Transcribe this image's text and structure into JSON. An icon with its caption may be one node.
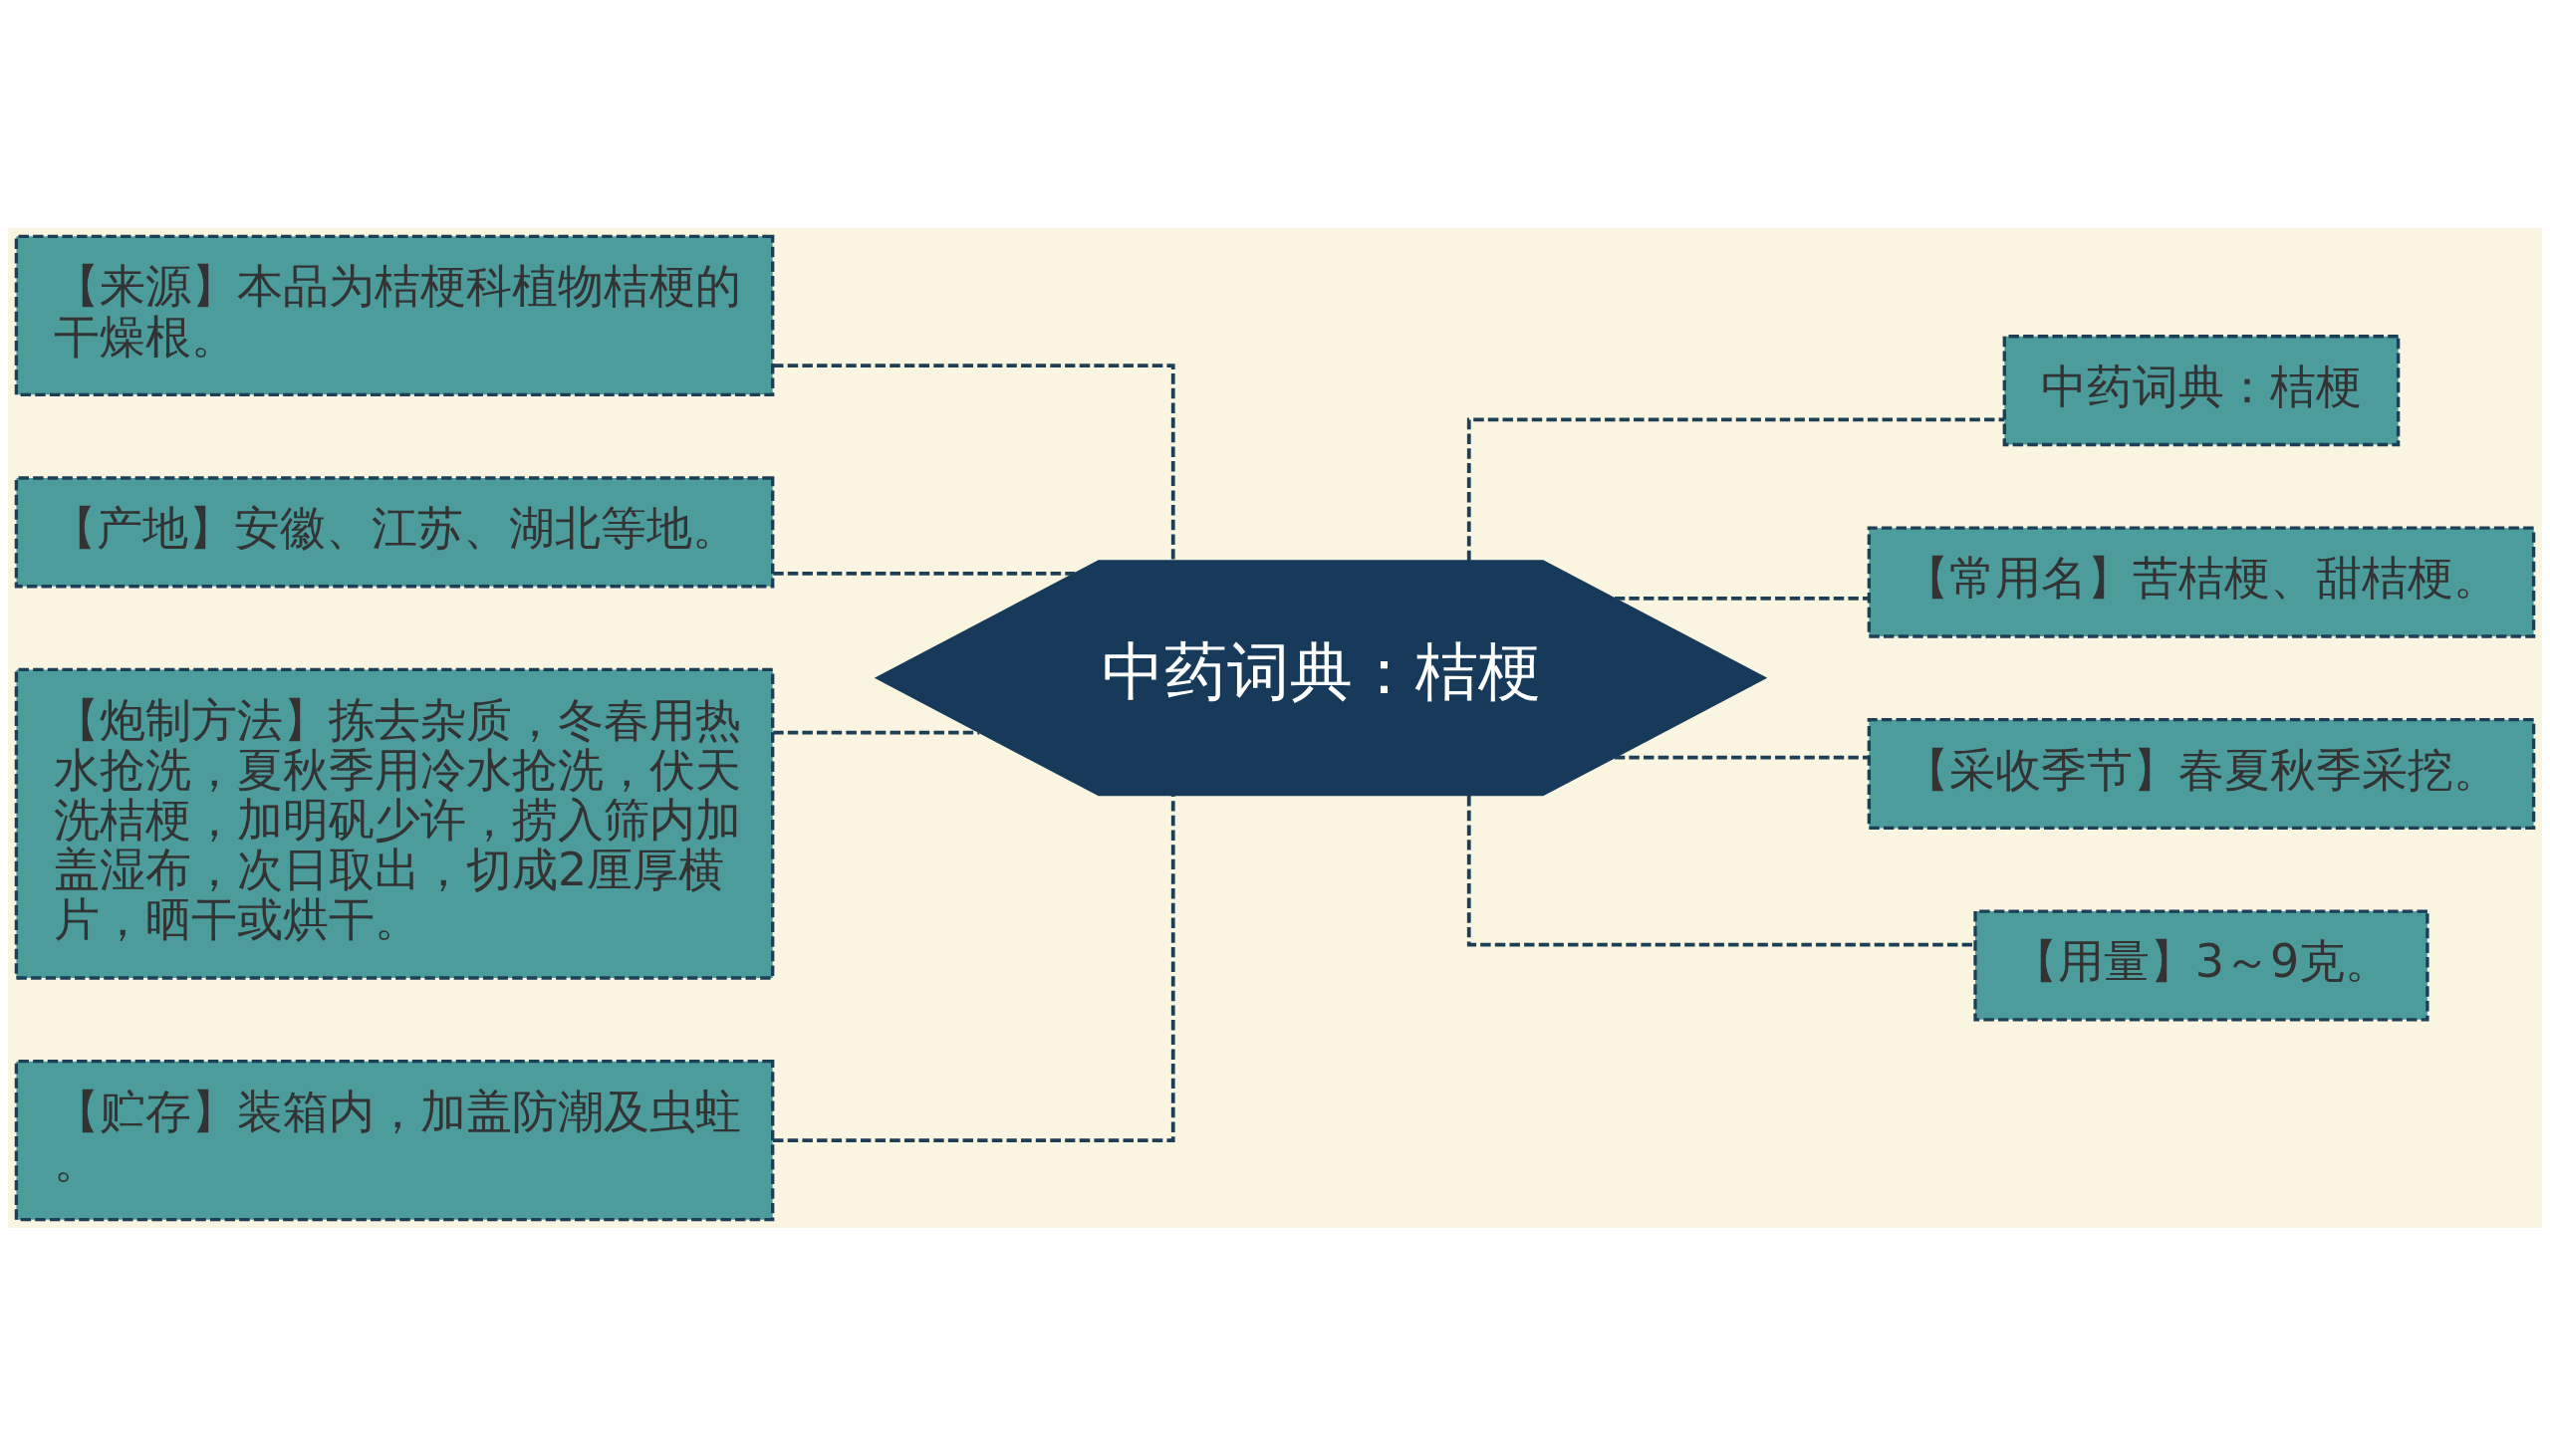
{
  "diagram": {
    "nodes": [
      {
        "text": [
          "【来源】本品为桔梗科植物桔梗的干燥根。"
        ]
      },
      {
        "text": [
          "【产地】安徽、江苏、湖北等地。"
        ]
      },
      {
        "text": [
          "【炮制方法】拣去杂质，冬春用热水抢洗，夏秋季用冷水抢洗，伏天洗桔梗，加明矾少许，捞入筛内加盖湿布，次日取出，切成2厘厚横片，晒干或烘干。"
        ]
      },
      {
        "text": [
          "【贮存】装箱内，加盖防潮及虫蛀。"
        ]
      },
      {
        "text": [
          "中药词典：桔梗"
        ]
      },
      {
        "text": [
          "中药词典：桔梗"
        ]
      },
      {
        "text": [
          "【常用名】苦桔梗、甜桔梗。"
        ]
      },
      {
        "text": [
          "【采收季节】春夏秋季采挖。"
        ]
      },
      {
        "text": [
          "【用量】3～9克。"
        ]
      }
    ],
    "edges": [
      {
        "from": 0,
        "to": 4,
        "arrow": "none",
        "style": "dashed"
      },
      {
        "from": 1,
        "to": 4,
        "arrow": "none",
        "style": "dashed"
      },
      {
        "from": 2,
        "to": 4,
        "arrow": "none",
        "style": "dashed"
      },
      {
        "from": 3,
        "to": 4,
        "arrow": "none",
        "style": "dashed"
      },
      {
        "from": 4,
        "to": 5,
        "arrow": "none",
        "style": "dashed"
      },
      {
        "from": 4,
        "to": 6,
        "arrow": "none",
        "style": "dashed"
      },
      {
        "from": 4,
        "to": 7,
        "arrow": "none",
        "style": "dashed"
      },
      {
        "from": 4,
        "to": 8,
        "arrow": "none",
        "style": "dashed"
      }
    ]
  }
}
